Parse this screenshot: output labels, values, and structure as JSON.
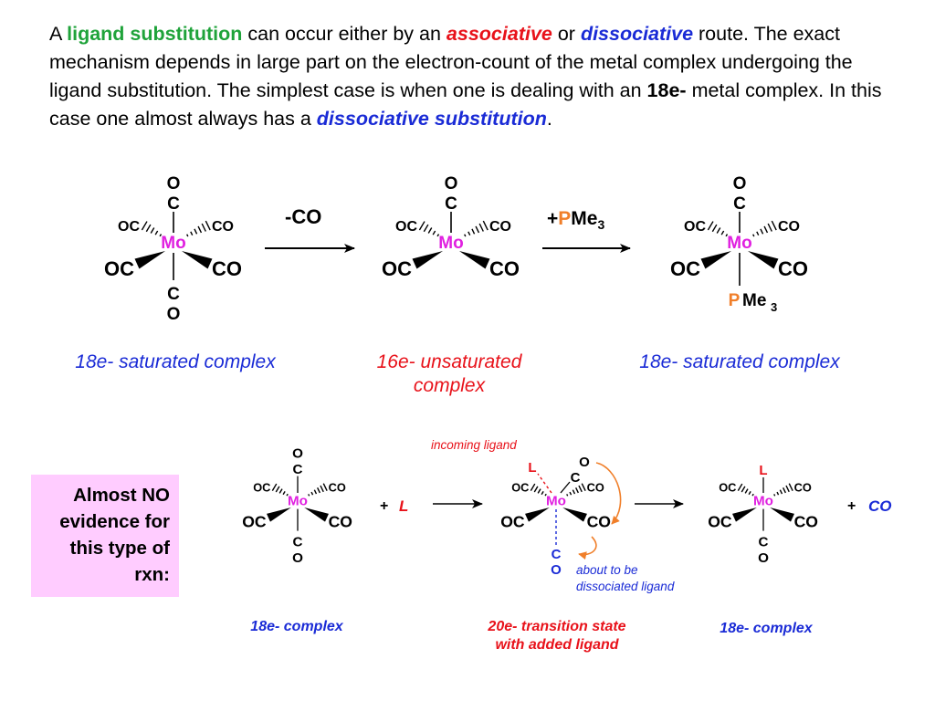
{
  "intro": {
    "t1": "A ",
    "ligand_substitution": "ligand substitution",
    "t2": " can occur either by an ",
    "associative": "associative",
    "t3": " or ",
    "dissociative": "dissociative",
    "t4": " route. The exact mechanism depends in large part on the electron-count of the metal complex undergoing the ligand substitution.  The simplest case is when one is dealing with an ",
    "e18": "18e-",
    "t5": " metal complex.  In this case one almost always has a ",
    "dissociative_substitution": "dissociative substitution",
    "t6": "."
  },
  "top_row": {
    "arrow1_label": "-CO",
    "arrow2_plus": "+",
    "arrow2_P": "P",
    "arrow2_Me": "Me",
    "arrow2_sub": "3",
    "complex1_caption": "18e- saturated complex",
    "complex2_caption": "16e- unsaturated complex",
    "complex3_caption": "18e- saturated complex"
  },
  "bottom_row": {
    "evidence_box": "Almost NO evidence for this type of rxn:",
    "plus1": "+",
    "L_reagent": "L",
    "incoming_ligand": "incoming ligand",
    "about_to_be": "about to be",
    "dissociated_ligand": "dissociated ligand",
    "plus2": "+",
    "co_product": "CO",
    "complex1_caption": "18e- complex",
    "ts_caption": "20e- transition state with added ligand",
    "complex3_caption": "18e- complex"
  },
  "labels": {
    "metal": "Mo",
    "O": "O",
    "C": "C",
    "OC": "OC",
    "CO": "CO",
    "P": "P",
    "Me": "Me",
    "sub3": "3",
    "L": "L"
  },
  "colors": {
    "metal_magenta": "#e020e0",
    "phosphorus_orange": "#f07f2a",
    "ligand_red": "#e8121a",
    "caption_blue": "#1a2bd6",
    "highlight_green": "#1fa33a",
    "box_pink": "#ffccff"
  }
}
